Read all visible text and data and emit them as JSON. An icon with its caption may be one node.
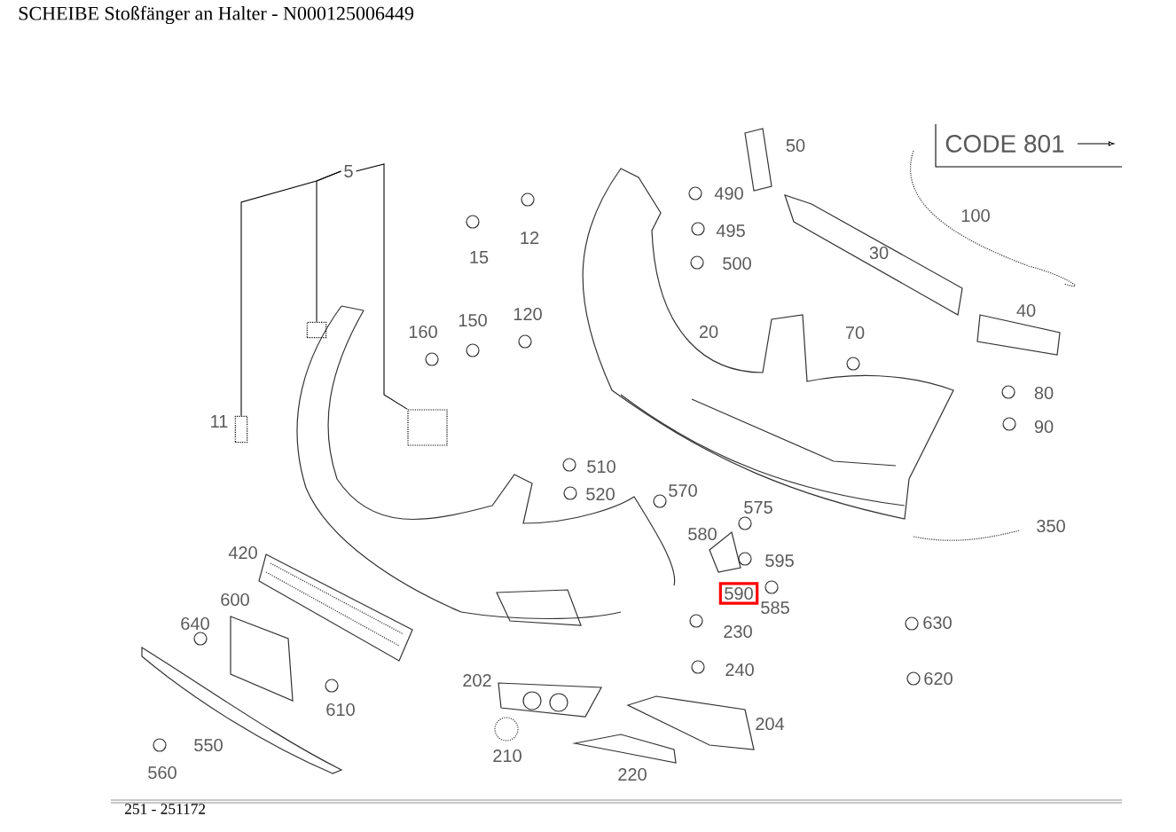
{
  "diagram": {
    "title": "SCHEIBE Stoßfänger an Halter - N000125006449",
    "nodes": [
      {
        "text": [
          "5"
        ]
      },
      {
        "text": [],
        "shape": "box"
      },
      {
        "text": [],
        "shape": "box"
      },
      {
        "text": [],
        "shape": "box"
      },
      {
        "text": [
          "590"
        ]
      }
    ],
    "edges": [
      {
        "from": 0,
        "to": 1,
        "arrow": "none"
      },
      {
        "from": 0,
        "to": 2,
        "arrow": "none"
      },
      {
        "from": 0,
        "to": 3,
        "arrow": "none"
      }
    ],
    "labels": [
      "CODE 801",
      "50",
      "490",
      "12",
      "495",
      "15",
      "100",
      "500",
      "30",
      "40",
      "160",
      "150",
      "120",
      "20",
      "70",
      "80",
      "11",
      "90",
      "510",
      "520",
      "570",
      "575",
      "350",
      "580",
      "420",
      "595",
      "600",
      "585",
      "640",
      "230",
      "630",
      "202",
      "240",
      "620",
      "610",
      "204",
      "550",
      "210",
      "560",
      "220",
      "251 - 251172"
    ]
  }
}
